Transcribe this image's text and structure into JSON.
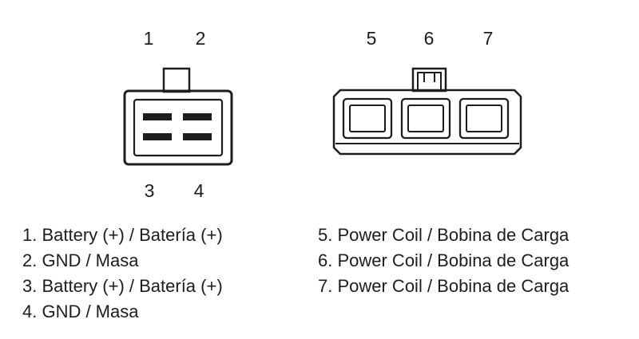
{
  "pin_labels": {
    "p1": "1",
    "p2": "2",
    "p3": "3",
    "p4": "4",
    "p5": "5",
    "p6": "6",
    "p7": "7"
  },
  "legend": {
    "left": [
      "1. Battery (+) / Batería (+)",
      "2. GND / Masa",
      "3. Battery (+) / Batería (+)",
      "4. GND / Masa"
    ],
    "right": [
      "5. Power Coil / Bobina de Carga",
      "6. Power Coil / Bobina de Carga",
      "7. Power Coil / Bobina de Carga"
    ]
  },
  "colors": {
    "line": "#1d1d1d",
    "background": "#ffffff"
  }
}
